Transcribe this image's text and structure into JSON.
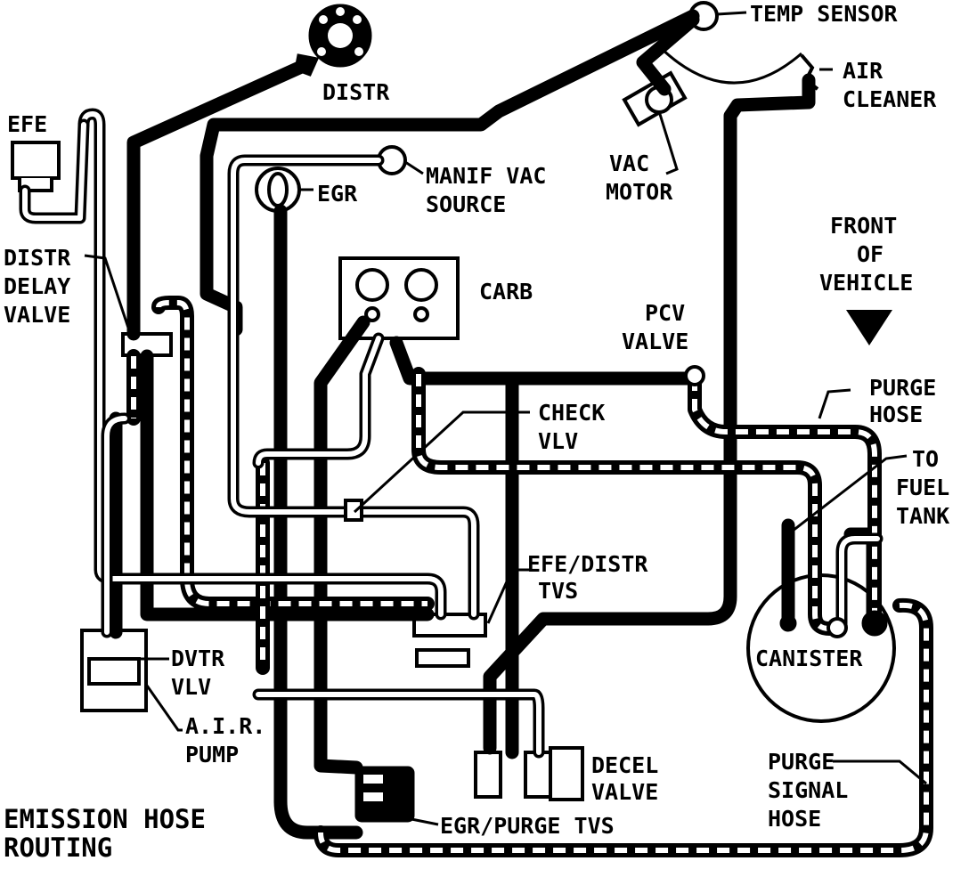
{
  "labels": {
    "temp_sensor": "TEMP SENSOR",
    "distr": "DISTR",
    "air_cleaner_1": "AIR",
    "air_cleaner_2": "CLEANER",
    "efe": "EFE",
    "vac_motor_1": "VAC",
    "vac_motor_2": "MOTOR",
    "manif_vac_1": "MANIF VAC",
    "manif_vac_2": "SOURCE",
    "egr": "EGR",
    "front_1": "FRONT",
    "front_2": "OF",
    "front_3": "VEHICLE",
    "distr_delay_1": "DISTR",
    "distr_delay_2": "DELAY",
    "distr_delay_3": "VALVE",
    "carb": "CARB",
    "pcv_1": "PCV",
    "pcv_2": "VALVE",
    "purge_hose_1": "PURGE",
    "purge_hose_2": "HOSE",
    "check_vlv_1": "CHECK",
    "check_vlv_2": "VLV",
    "to_fuel_tank_1": "TO",
    "to_fuel_tank_2": "FUEL",
    "to_fuel_tank_3": "TANK",
    "efe_distr_tvs_1": "EFE/DISTR",
    "efe_distr_tvs_2": "TVS",
    "canister": "CANISTER",
    "dvtr_vlv_1": "DVTR",
    "dvtr_vlv_2": "VLV",
    "air_pump_1": "A.I.R.",
    "air_pump_2": "PUMP",
    "decel_valve_1": "DECEL",
    "decel_valve_2": "VALVE",
    "purge_signal_1": "PURGE",
    "purge_signal_2": "SIGNAL",
    "purge_signal_3": "HOSE",
    "egr_purge_tvs": "EGR/PURGE TVS",
    "title_1": "EMISSION HOSE",
    "title_2": "ROUTING"
  }
}
